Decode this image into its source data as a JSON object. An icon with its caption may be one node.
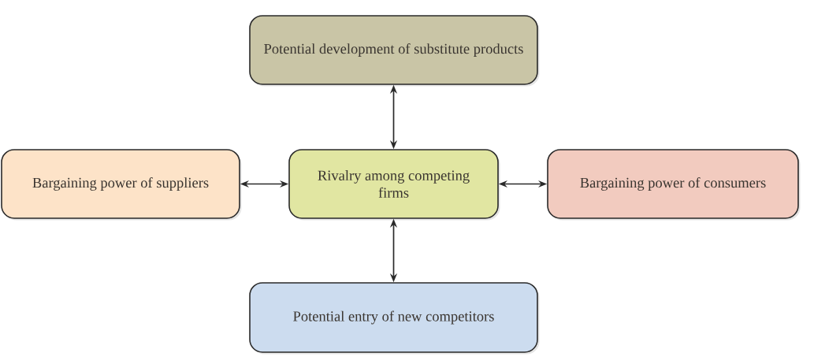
{
  "diagram": {
    "nodes": [
      {
        "text": [
          "Potential development of substitute products"
        ]
      },
      {
        "text": [
          "Bargaining power of suppliers"
        ]
      },
      {
        "text": [
          "Rivalry among competing firms"
        ]
      },
      {
        "text": [
          "Bargaining power of consumers"
        ]
      },
      {
        "text": [
          "Potential entry of new competitors"
        ]
      }
    ],
    "edges": [
      {
        "from": 0,
        "to": 2,
        "arrow": "both"
      },
      {
        "from": 1,
        "to": 2,
        "arrow": "both"
      },
      {
        "from": 2,
        "to": 3,
        "arrow": "both"
      },
      {
        "from": 2,
        "to": 4,
        "arrow": "both"
      }
    ]
  }
}
